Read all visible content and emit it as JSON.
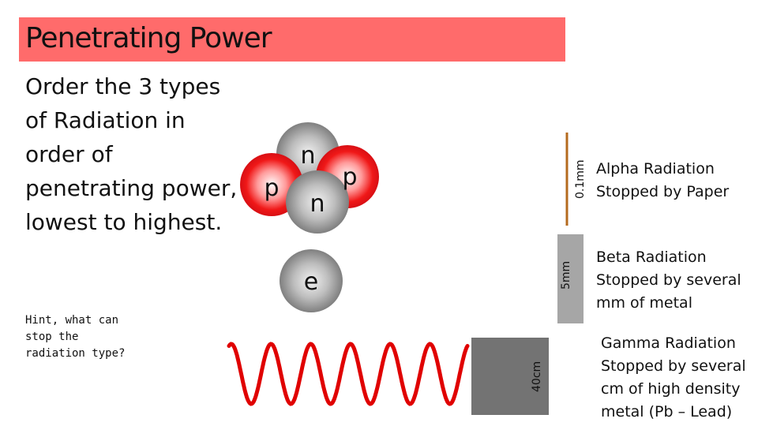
{
  "title": "Penetrating Power",
  "question": "Order the 3 types of Radiation in order of penetrating power, lowest to highest.",
  "hint": "Hint, what can stop the radiation type?",
  "alpha": {
    "particles": [
      "n",
      "p",
      "n",
      "p"
    ],
    "thickness_label": "0.1mm",
    "name": "Alpha Radiation",
    "stopper": "Stopped by Paper",
    "colors": {
      "proton": "#e8141b",
      "neutron": "#8c8c8c"
    }
  },
  "beta": {
    "particle": "e",
    "thickness_label": "5mm",
    "name": "Beta Radiation",
    "stopper_lines": [
      "Stopped by several",
      "mm of metal"
    ],
    "barrier_color": "#a6a6a6"
  },
  "gamma": {
    "thickness_label": "40cm",
    "name": "Gamma Radiation",
    "stopper_lines": [
      "Stopped by several",
      "cm of high density",
      "metal (Pb – Lead)"
    ],
    "wave_color": "#e00000",
    "barrier_color": "#737373"
  },
  "colors": {
    "title_bar": "#ff6b6b",
    "paper_line": "#b46a1e"
  }
}
